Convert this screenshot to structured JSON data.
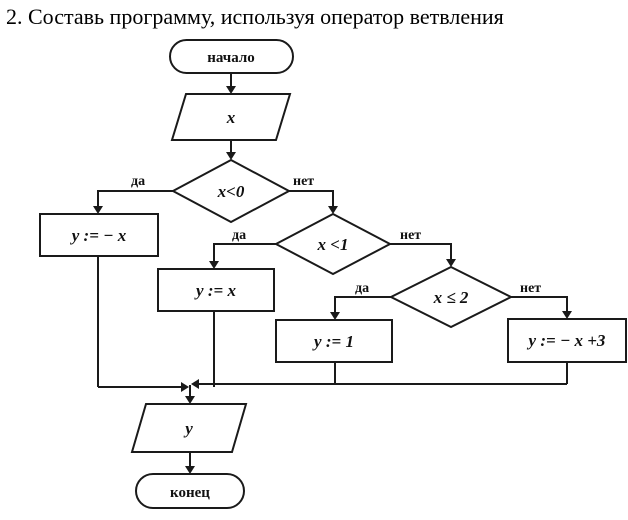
{
  "header": {
    "title": "2. Составь программу, используя оператор ветвления"
  },
  "flowchart": {
    "start_label": "начало",
    "input_label": "x",
    "cond1": "x<0",
    "cond2": "x <1",
    "cond3": "x ≤ 2",
    "assign1": "y := − x",
    "assign2": "y := x",
    "assign3": "y := 1",
    "assign4": "y := − x +3",
    "output_label": "y",
    "end_label": "конец",
    "yes_label": "да",
    "no_label": "нет"
  }
}
